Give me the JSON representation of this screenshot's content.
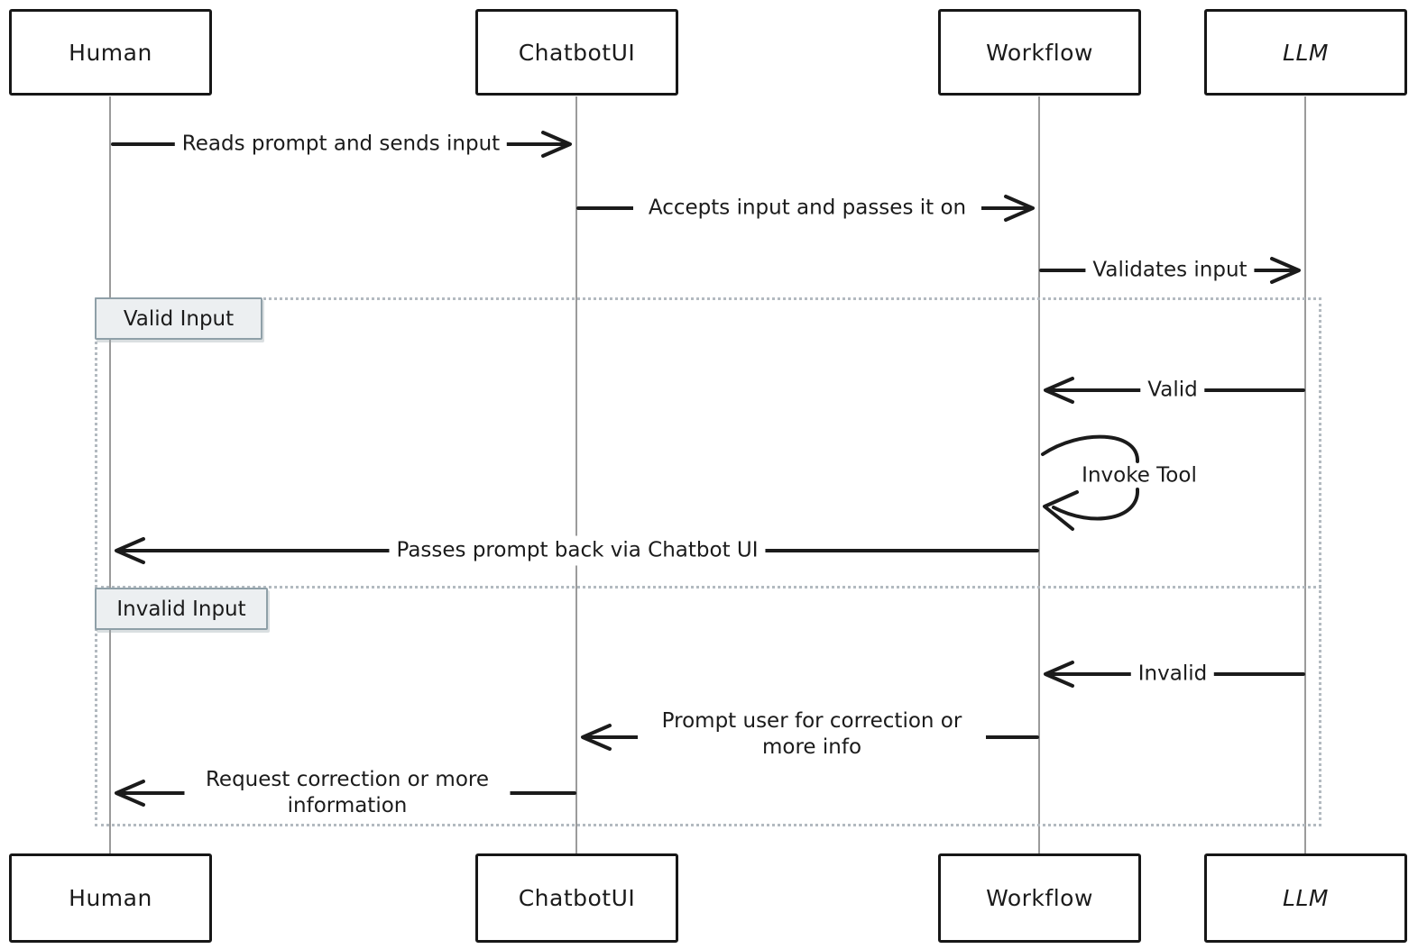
{
  "diagram_type": "sequence-diagram",
  "colors": {
    "ink": "#1b1b1b",
    "lifeline": "#9b9b9b",
    "frame_dotted": "#b3bac0",
    "section_label_bg": "#eceff1",
    "section_label_border": "#8fa0a8",
    "background": "#ffffff"
  },
  "actors": [
    {
      "label": "Human"
    },
    {
      "label": "ChatbotUI"
    },
    {
      "label": "Workflow"
    },
    {
      "label": "LLM"
    }
  ],
  "sections": [
    {
      "label": "Valid Input"
    },
    {
      "label": "Invalid Input"
    }
  ],
  "messages": [
    {
      "from": "Human",
      "to": "ChatbotUI",
      "label": "Reads prompt and sends input"
    },
    {
      "from": "ChatbotUI",
      "to": "Workflow",
      "label": "Accepts input and passes it on"
    },
    {
      "from": "Workflow",
      "to": "LLM",
      "label": "Validates input"
    },
    {
      "from": "LLM",
      "to": "Workflow",
      "label": "Valid"
    },
    {
      "from": "Workflow",
      "to": "Workflow",
      "label": "Invoke Tool"
    },
    {
      "from": "Workflow",
      "to": "Human",
      "label": "Passes prompt back via Chatbot UI"
    },
    {
      "from": "LLM",
      "to": "Workflow",
      "label": "Invalid"
    },
    {
      "from": "Workflow",
      "to": "ChatbotUI",
      "label": "Prompt user for correction or more info"
    },
    {
      "from": "ChatbotUI",
      "to": "Human",
      "label": "Request correction or more information"
    }
  ]
}
